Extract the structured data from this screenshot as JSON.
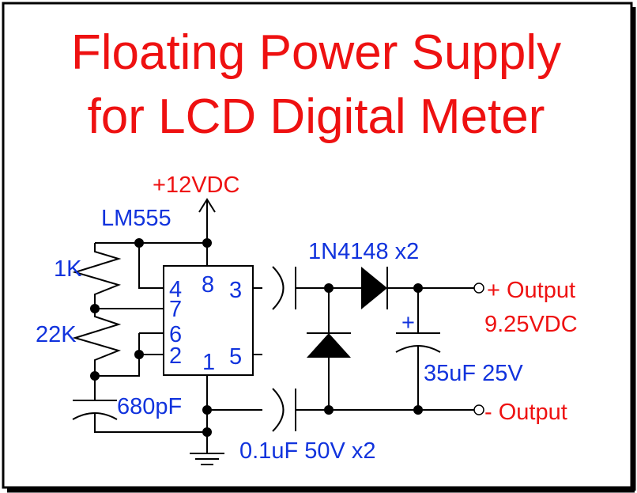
{
  "title": {
    "line1": "Floating Power Supply",
    "line2": "for LCD Digital Meter"
  },
  "labels": {
    "supply": "+12VDC",
    "ic": "LM555",
    "r1": "1K",
    "r2": "22K",
    "c_timing": "680pF",
    "diodes": "1N4148 x2",
    "c_coupling": "0.1uF 50V x2",
    "c_filter": "35uF 25V",
    "c_filter_plus": "+",
    "out_pos": "+ Output",
    "out_voltage": "9.25VDC",
    "out_neg": "- Output"
  },
  "pins": {
    "p4": "4",
    "p7": "7",
    "p6": "6",
    "p2": "2",
    "p8": "8",
    "p3": "3",
    "p1": "1",
    "p5": "5"
  },
  "colors": {
    "title": "#ee1111",
    "component_labels": "#1133dd",
    "output_labels": "#ee1111",
    "wires": "#000000"
  }
}
